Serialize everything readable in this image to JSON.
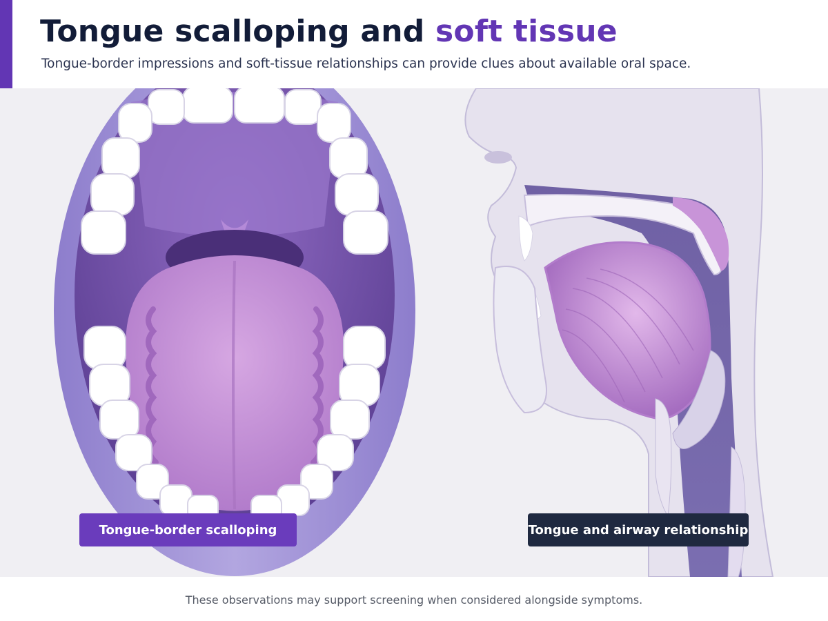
{
  "header": {
    "title_main": "Tongue scalloping and ",
    "title_highlight": "soft tissue",
    "subtitle": "Tongue-border impressions and soft-tissue relationships can provide clues about available oral space."
  },
  "labels": {
    "left": "Tongue-border scalloping",
    "right": "Tongue and airway relationship"
  },
  "footer": {
    "text": "These observations may support screening when considered alongside symptoms."
  },
  "colors": {
    "accent": "#6236b4",
    "title": "#121c38",
    "left_label_bg": "#6a3cbc",
    "right_label_bg": "#1f2940",
    "tongue": "#c795d9",
    "lips": "#9f8fd6"
  },
  "illustrations": {
    "left": "open-mouth-tongue-scalloping",
    "right": "head-sagittal-section-airway"
  }
}
